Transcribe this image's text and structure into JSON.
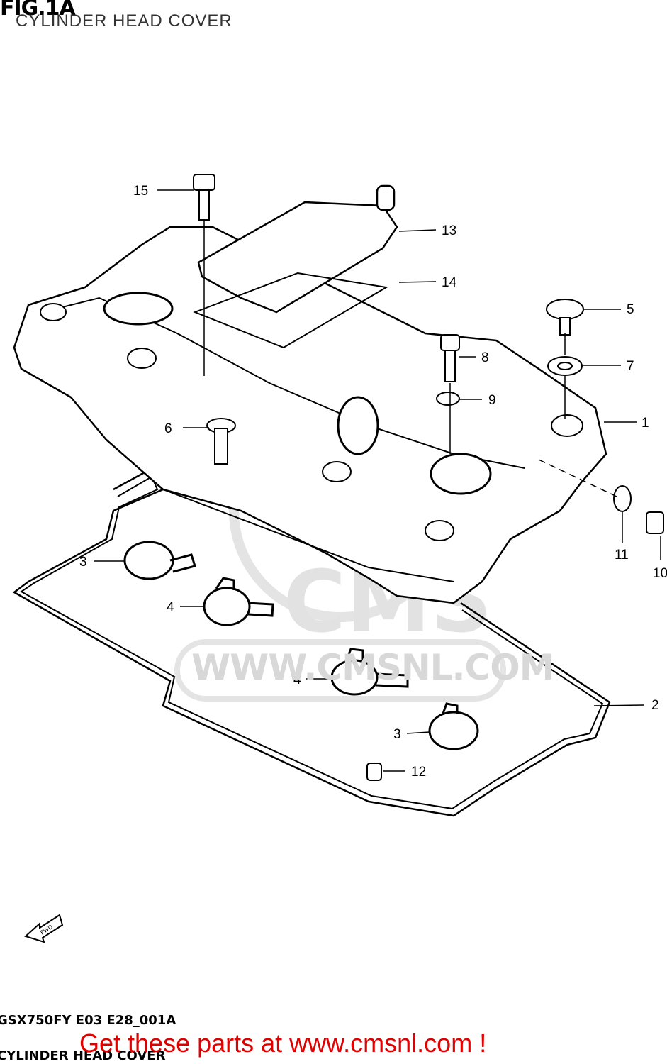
{
  "header": {
    "fig_label": "FIG.1A",
    "title": "CYLINDER HEAD COVER"
  },
  "watermark": {
    "text": "WWW.CMSNL.COM",
    "logo_text": "CMS"
  },
  "callouts": [
    {
      "id": "c15",
      "label": "15"
    },
    {
      "id": "c13",
      "label": "13"
    },
    {
      "id": "c14",
      "label": "14"
    },
    {
      "id": "c5",
      "label": "5"
    },
    {
      "id": "c8",
      "label": "8"
    },
    {
      "id": "c7",
      "label": "7"
    },
    {
      "id": "c9",
      "label": "9"
    },
    {
      "id": "c1",
      "label": "1"
    },
    {
      "id": "c6",
      "label": "6"
    },
    {
      "id": "c11",
      "label": "11"
    },
    {
      "id": "c10",
      "label": "10"
    },
    {
      "id": "c3a",
      "label": "3"
    },
    {
      "id": "c4a",
      "label": "4"
    },
    {
      "id": "c4b",
      "label": "4"
    },
    {
      "id": "c2",
      "label": "2"
    },
    {
      "id": "c3b",
      "label": "3"
    },
    {
      "id": "c12",
      "label": "12"
    }
  ],
  "direction_marker": {
    "label": "FWD"
  },
  "footer": {
    "model_code": "GSX750FY E03 E28_001A",
    "caption": "CYLINDER HEAD COVER",
    "promo": "Get these parts at www.cmsnl.com !"
  },
  "colors": {
    "line": "#000000",
    "promo": "#e00000",
    "watermark": "#d8d8d8"
  }
}
